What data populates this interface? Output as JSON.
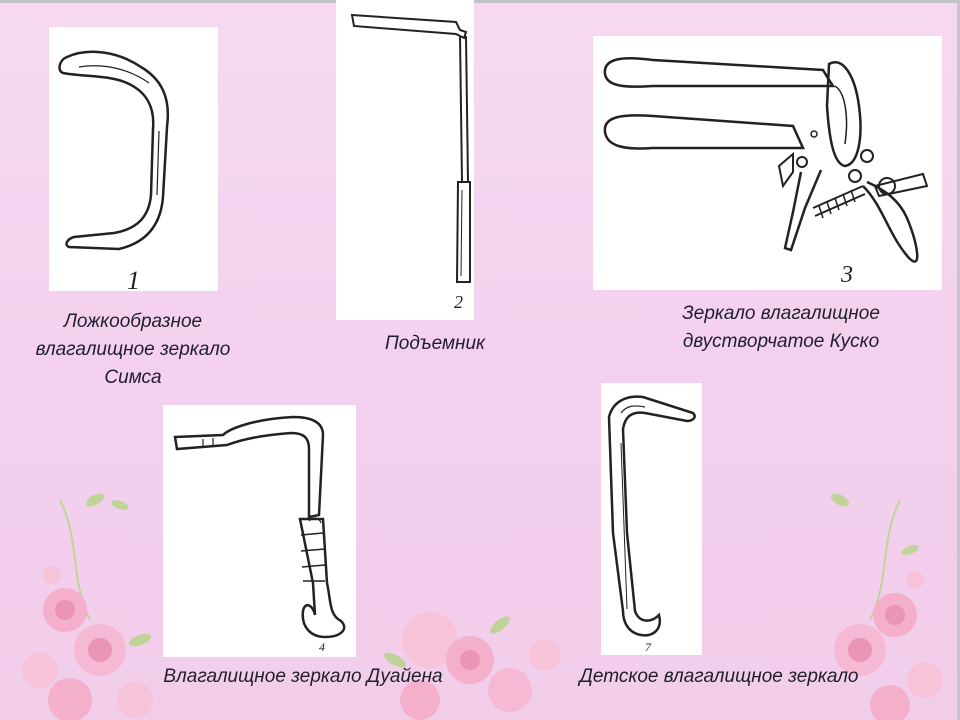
{
  "figures": [
    {
      "number": "1",
      "caption": "Ложкообразное влагалищное зеркало Симса",
      "caption_lines": [
        "Ложкообразное",
        "влагалищное зеркало",
        "Симса"
      ]
    },
    {
      "number": "2",
      "caption": "Подъемник"
    },
    {
      "number": "3",
      "caption": "Зеркало влагалищное двустворчатое Куско",
      "caption_lines": [
        "Зеркало влагалищное",
        "двустворчатое Куско"
      ]
    },
    {
      "number": "4",
      "caption": "Влагалищное зеркало Дуайена"
    },
    {
      "number": "7",
      "caption": "Детское влагалищное зеркало"
    }
  ],
  "colors": {
    "background": "#f4d3ee",
    "panel": "#ffffff",
    "ink": "#222222",
    "flower": "#f2a6c2",
    "leaf": "#b7d58a"
  }
}
